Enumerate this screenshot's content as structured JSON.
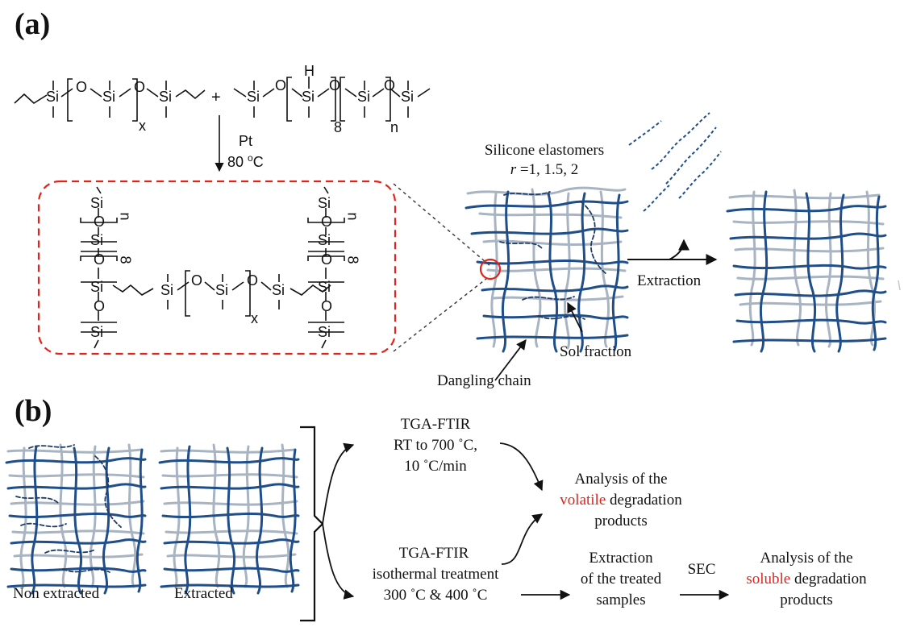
{
  "panels": {
    "a_label": "(a)",
    "b_label": "(b)"
  },
  "reaction": {
    "catalyst": "Pt",
    "temperature_value": "80 ",
    "temperature_unit": "C",
    "temperature_degree": "o",
    "plus": "+",
    "atom_si": "Si",
    "atom_o": "O",
    "atom_h": "H",
    "sub_x": "x",
    "sub_8": "8",
    "sub_n": "n"
  },
  "network_a": {
    "title": "Silicone elastomers",
    "ratio_var": "r",
    "ratio_values": " =1, 1.5, 2",
    "extraction": "Extraction",
    "sol_fraction": "Sol fraction",
    "dangling_chain": "Dangling chain"
  },
  "panel_b": {
    "non_extracted": "Non extracted",
    "extracted": "Extracted",
    "tga1_title": "TGA-FTIR",
    "tga1_line2": "RT to 700 ˚C,",
    "tga1_line3": "10 ˚C/min",
    "analysis_volatile_1": "Analysis  of  the",
    "analysis_volatile_word": "volatile",
    "analysis_volatile_2": " degradation",
    "analysis_volatile_3": "products",
    "tga2_title": "TGA-FTIR",
    "tga2_line2": "isothermal  treatment",
    "tga2_line3": "300 ˚C & 400 ˚C",
    "extraction_1": "Extraction",
    "extraction_2": "of the treated",
    "extraction_3": "samples",
    "sec": "SEC",
    "analysis_soluble_1": "Analysis  of  the",
    "analysis_soluble_word": "soluble",
    "analysis_soluble_2": " degradation",
    "analysis_soluble_3": "products"
  },
  "colors": {
    "network_dark": "#1f4e89",
    "network_light": "#a9b4c2",
    "highlight_red": "#e0231b",
    "dashed_box": "#e0231b"
  }
}
